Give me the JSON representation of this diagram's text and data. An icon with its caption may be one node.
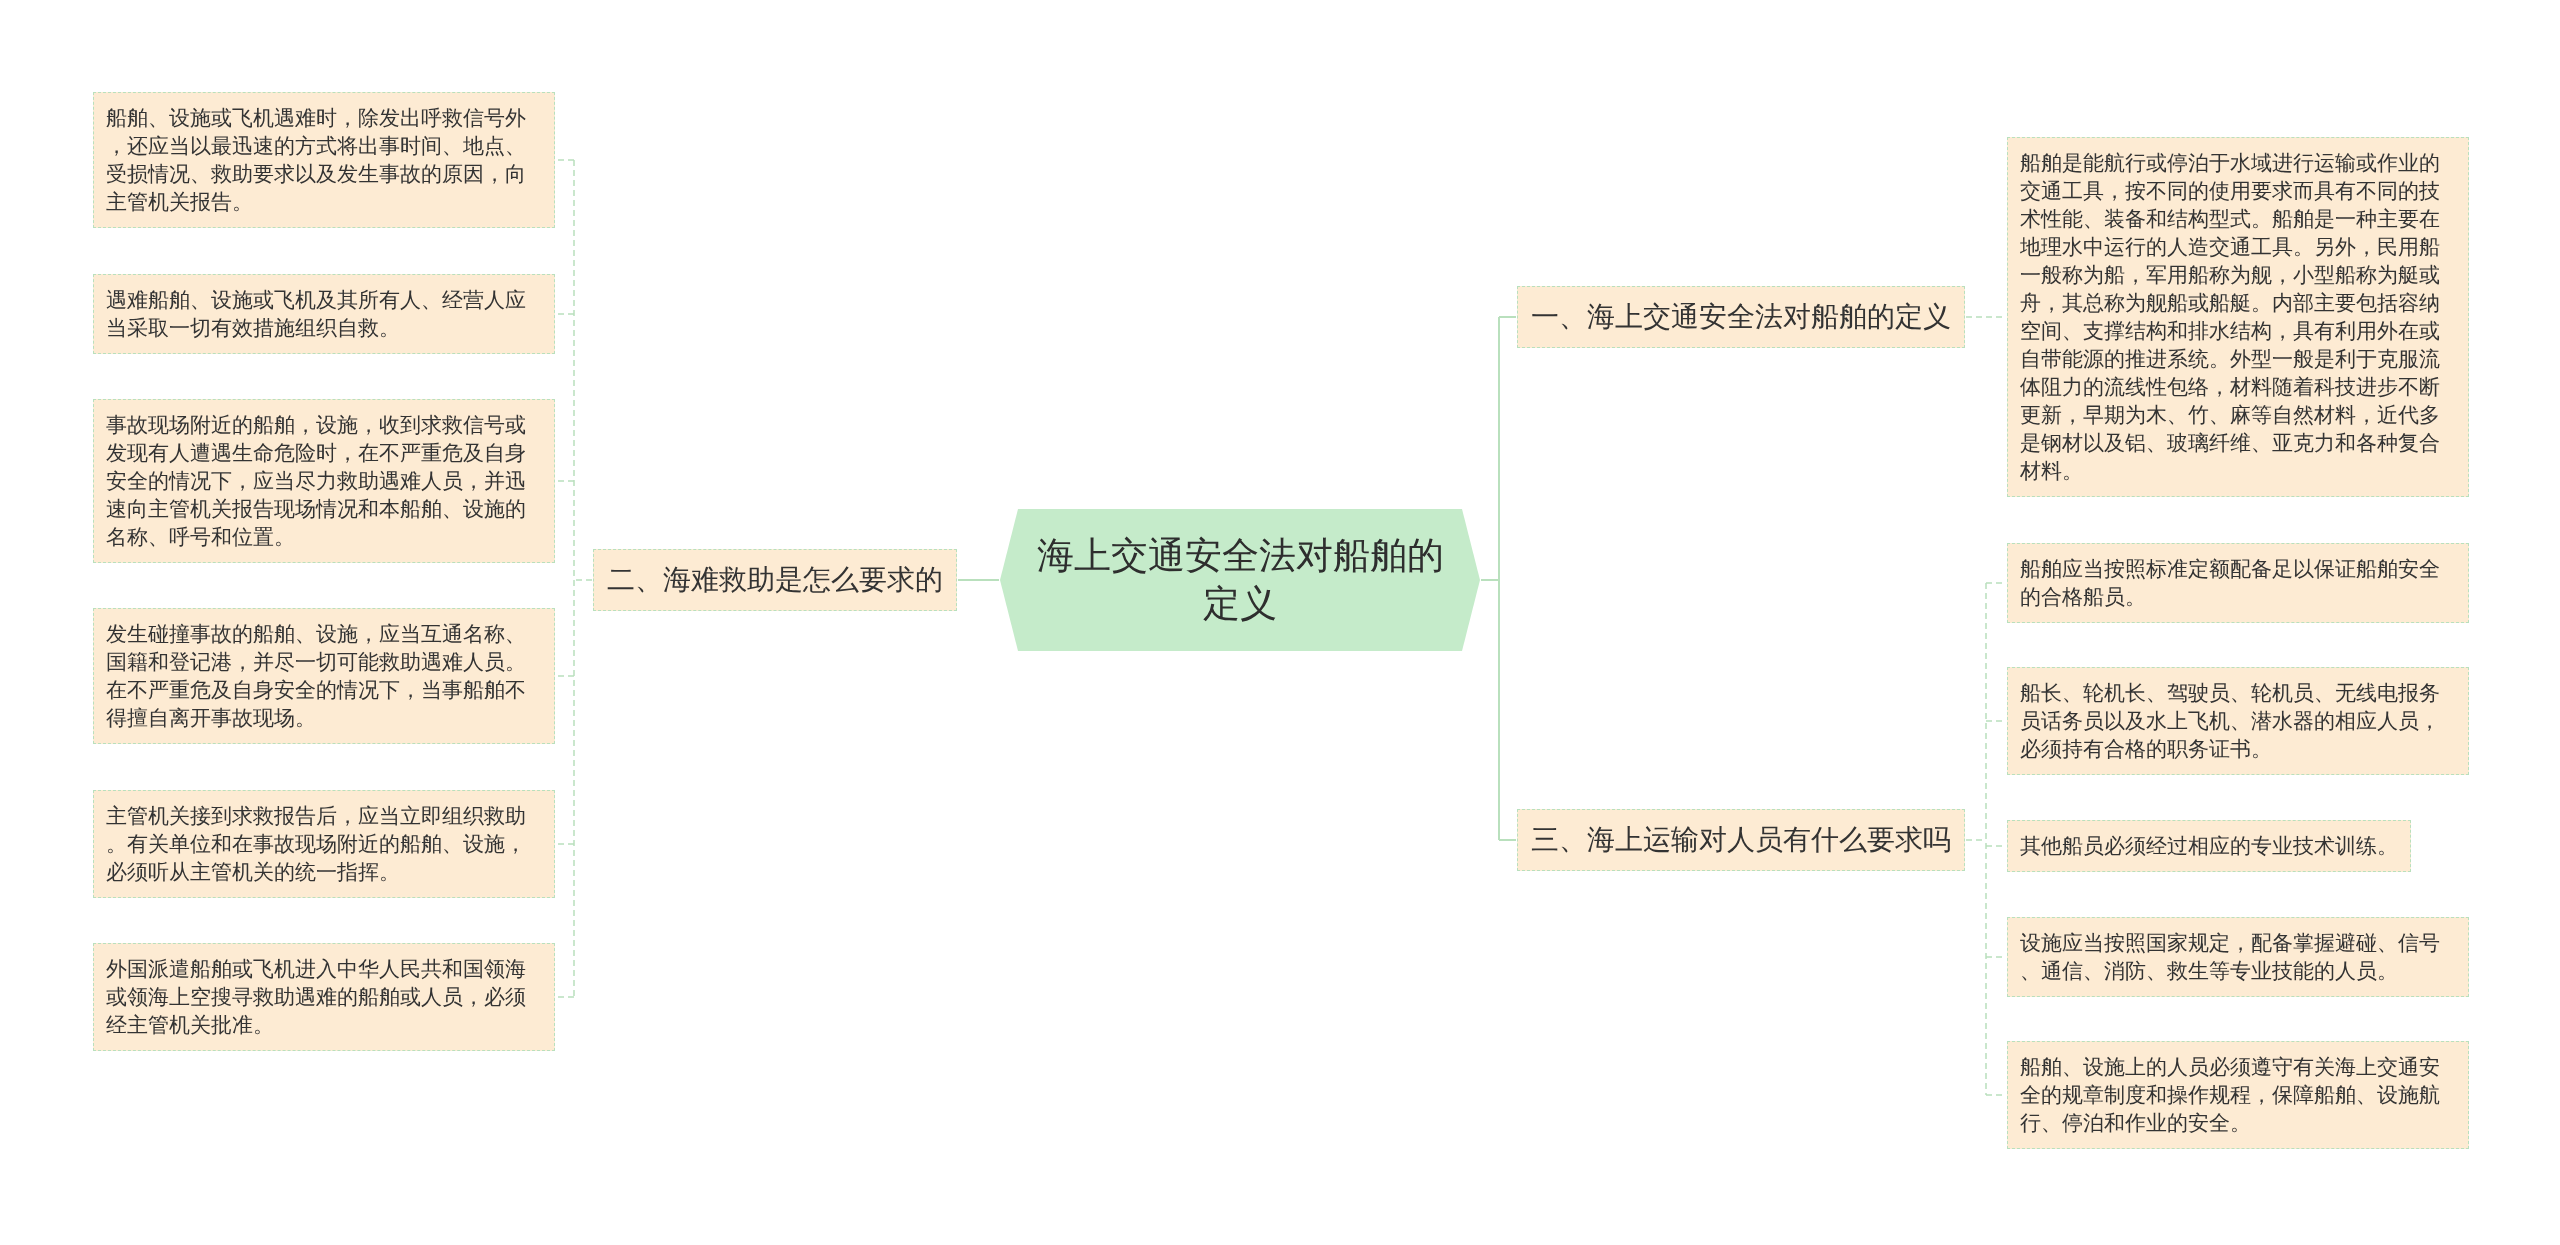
{
  "diagram": {
    "nodes": [
      {
        "text": [
          "海上交通安全法对船舶的定义"
        ]
      },
      {
        "text": [
          "一、海上交通安全法对船舶的定义"
        ]
      },
      {
        "text": [
          "船舶是能航行或停泊于水域进行运输或作业的交通工具，按不同的使用要求而具有不同的技术性能、装备和结构型式。船舶是一种主要在地理水中运行的人造交通工具。另外，民用船一般称为船，军用船称为舰，小型船称为艇或舟，其总称为舰船或船艇。内部主要包括容纳空间、支撑结构和排水结构，具有利用外在或自带能源的推进系统。外型一般是利于克服流体阻力的流线性包络，材料随着科技进步不断更新，早期为木、竹、麻等自然材料，近代多是钢材以及铝、玻璃纤维、亚克力和各种复合材料。"
        ]
      },
      {
        "text": [
          "二、海难救助是怎么要求的"
        ]
      },
      {
        "text": [
          "船舶、设施或飞机遇难时，除发出呼救信号外，还应当以最迅速的方式将出事时间、地点、受损情况、救助要求以及发生事故的原因，向主管机关报告。"
        ]
      },
      {
        "text": [
          "遇难船舶、设施或飞机及其所有人、经营人应当采取一切有效措施组织自救。"
        ]
      },
      {
        "text": [
          "事故现场附近的船舶，设施，收到求救信号或发现有人遭遇生命危险时，在不严重危及自身安全的情况下，应当尽力救助遇难人员，并迅速向主管机关报告现场情况和本船舶、设施的名称、呼号和位置。"
        ]
      },
      {
        "text": [
          "发生碰撞事故的船舶、设施，应当互通名称、国籍和登记港，并尽一切可能救助遇难人员。在不严重危及自身安全的情况下，当事船舶不得擅自离开事故现场。"
        ]
      },
      {
        "text": [
          "主管机关接到求救报告后，应当立即组织救助。有关单位和在事故现场附近的船舶、设施，必须听从主管机关的统一指挥。"
        ]
      },
      {
        "text": [
          "外国派遣船舶或飞机进入中华人民共和国领海或领海上空搜寻救助遇难的船舶或人员，必须经主管机关批准。"
        ]
      },
      {
        "text": [
          "三、海上运输对人员有什么要求吗"
        ]
      },
      {
        "text": [
          "船舶应当按照标准定额配备足以保证船舶安全的合格船员。"
        ]
      },
      {
        "text": [
          "船长、轮机长、驾驶员、轮机员、无线电报务员话务员以及水上飞机、潜水器的相应人员，必须持有合格的职务证书。"
        ]
      },
      {
        "text": [
          "其他船员必须经过相应的专业技术训练。"
        ]
      },
      {
        "text": [
          "设施应当按照国家规定，配备掌握避碰、信号、通信、消防、救生等专业技能的人员。"
        ]
      },
      {
        "text": [
          "船舶、设施上的人员必须遵守有关海上交通安全的规章制度和操作规程，保障船舶、设施航行、停泊和作业的安全。"
        ]
      }
    ],
    "edges": [
      {
        "from": 0,
        "to": 1,
        "arrow": "none"
      },
      {
        "from": 1,
        "to": 2,
        "arrow": "none",
        "style": "dashed"
      },
      {
        "from": 0,
        "to": 3,
        "arrow": "none"
      },
      {
        "from": 3,
        "to": 4,
        "arrow": "none",
        "style": "dashed"
      },
      {
        "from": 3,
        "to": 5,
        "arrow": "none",
        "style": "dashed"
      },
      {
        "from": 3,
        "to": 6,
        "arrow": "none",
        "style": "dashed"
      },
      {
        "from": 3,
        "to": 7,
        "arrow": "none",
        "style": "dashed"
      },
      {
        "from": 3,
        "to": 8,
        "arrow": "none",
        "style": "dashed"
      },
      {
        "from": 3,
        "to": 9,
        "arrow": "none",
        "style": "dashed"
      },
      {
        "from": 0,
        "to": 10,
        "arrow": "none"
      },
      {
        "from": 10,
        "to": 11,
        "arrow": "none",
        "style": "dashed"
      },
      {
        "from": 10,
        "to": 12,
        "arrow": "none",
        "style": "dashed"
      },
      {
        "from": 10,
        "to": 13,
        "arrow": "none",
        "style": "dashed"
      },
      {
        "from": 10,
        "to": 14,
        "arrow": "none",
        "style": "dashed"
      },
      {
        "from": 10,
        "to": 15,
        "arrow": "none",
        "style": "dashed"
      }
    ]
  }
}
